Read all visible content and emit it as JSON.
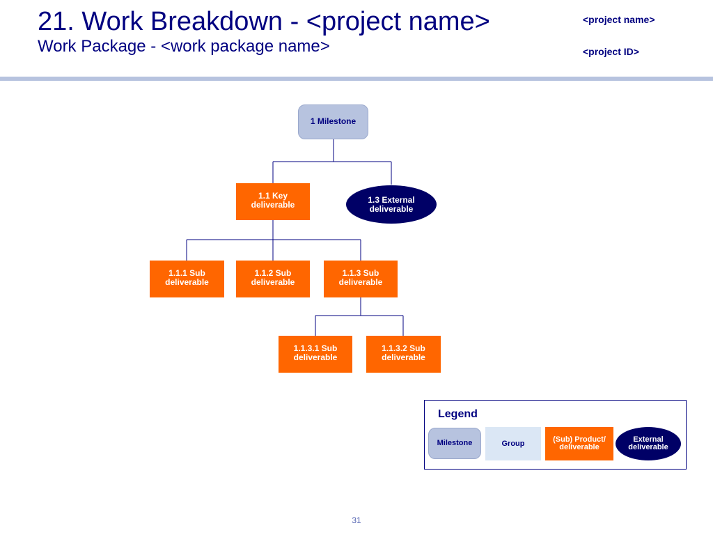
{
  "header": {
    "title": "21. Work Breakdown - <project name>",
    "subtitle": "Work Package - <work package name>",
    "project_name": "<project name>",
    "project_id": "<project ID>"
  },
  "colors": {
    "title": "#000080",
    "rule": "#b7c3df",
    "deliverable": "#ff6600",
    "milestone": "#b7c3df",
    "group": "#dbe7f5",
    "external": "#000066"
  },
  "tree": {
    "milestone": "1 Milestone",
    "key_deliverable": "1.1 Key deliverable",
    "external_deliverable": "1.3 External deliverable",
    "sub_1": "1.1.1 Sub deliverable",
    "sub_2": "1.1.2 Sub deliverable",
    "sub_3": "1.1.3 Sub deliverable",
    "sub_3_1": "1.1.3.1 Sub deliverable",
    "sub_3_2": "1.1.3.2 Sub deliverable"
  },
  "legend": {
    "title": "Legend",
    "milestone": "Milestone",
    "group": "Group",
    "product": "(Sub) Product/ deliverable",
    "external": "External deliverable"
  },
  "footer": {
    "page_number": "31"
  }
}
